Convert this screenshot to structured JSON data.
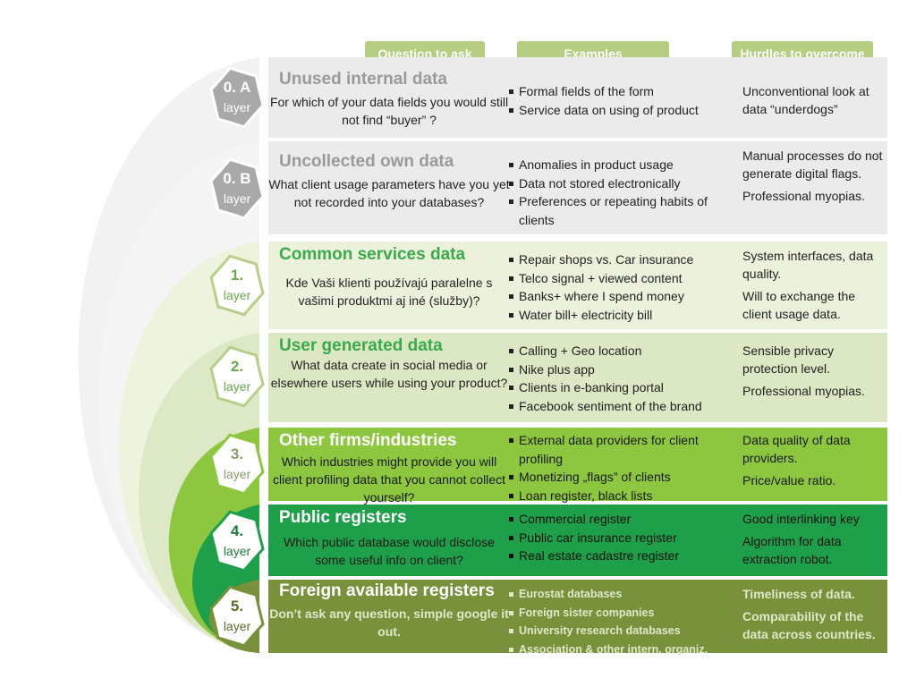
{
  "headers": {
    "question": "Question to ask",
    "examples": "Examples",
    "hurdles": "Hurdles to overcome",
    "color": "#b5ce82"
  },
  "layers": [
    {
      "num": "0. A",
      "label": "layer",
      "title": "Unused internal data",
      "question": "For which of your data fields you would still not find “buyer” ?",
      "examples": [
        "Formal fields of the form",
        "Service data on using of product"
      ],
      "hurdles": [
        "Unconventional look at data “underdogs”"
      ],
      "band_color": "#ebebeb",
      "title_color": "#9a9a9a",
      "text_color": "#222222",
      "badge_fill": "#a9a9a9",
      "badge_stroke": "#ffffff",
      "badge_text": "#ffffff"
    },
    {
      "num": "0. B",
      "label": "layer",
      "title": "Uncollected own data",
      "question": "What client usage parameters have you yet not recorded into your databases?",
      "examples": [
        "Anomalies in product usage",
        "Data not stored electronically",
        "Preferences or repeating habits of clients"
      ],
      "hurdles": [
        "Manual processes do not generate digital flags.",
        "Professional myopias."
      ],
      "band_color": "#ebebeb",
      "title_color": "#9a9a9a",
      "text_color": "#222222",
      "badge_fill": "#a9a9a9",
      "badge_stroke": "#ffffff",
      "badge_text": "#ffffff"
    },
    {
      "num": "1.",
      "label": "layer",
      "title": "Common services data",
      "question": "Kde Vaši klienti používajú paralelne s vašimi produktmi aj iné (služby)?",
      "examples": [
        "Repair shops vs. Car insurance",
        "Telco signal + viewed content",
        "Banks+ where I spend money",
        "Water bill+ electricity bill"
      ],
      "hurdles": [
        "System interfaces, data quality.",
        "Will to exchange the client usage data."
      ],
      "band_color": "#ecf1dc",
      "title_color": "#3aab4a",
      "text_color": "#222222",
      "badge_fill": "#ffffff",
      "badge_stroke": "#b7cf87",
      "badge_text": "#6aa84f"
    },
    {
      "num": "2.",
      "label": "layer",
      "title": "User generated data",
      "question": "What data create in social media or elsewhere users while using your product?",
      "examples": [
        "Calling  + Geo location",
        "Nike plus app",
        "Clients in e-banking portal",
        "Facebook sentiment of the brand"
      ],
      "hurdles": [
        "Sensible privacy protection level.",
        "Professional myopias."
      ],
      "band_color": "#dce7c4",
      "title_color": "#3aab4a",
      "text_color": "#222222",
      "badge_fill": "#ffffff",
      "badge_stroke": "#b7cf87",
      "badge_text": "#6aa84f"
    },
    {
      "num": "3.",
      "label": "layer",
      "title": "Other firms/industries",
      "question": "Which industries might provide you will client profiling data that you cannot collect yourself?",
      "examples": [
        "External data providers for client profiling",
        "Monetizing „flags” of clients",
        "Loan register, black lists"
      ],
      "hurdles": [
        "Data quality of data providers.",
        "Price/value ratio."
      ],
      "band_color": "#8dc63f",
      "title_color": "#ffffff",
      "text_color": "#1a1a1a",
      "badge_fill": "#ffffff",
      "badge_stroke": "#8dc63f",
      "badge_text": "#8a9a6a"
    },
    {
      "num": "4.",
      "label": "layer",
      "title": "Public registers",
      "question": "Which public database would disclose some useful info on client?",
      "examples": [
        "Commercial register",
        "Public car insurance register",
        "Real estate cadastre register"
      ],
      "hurdles": [
        "Good interlinking key",
        "Algorithm for data extraction robot."
      ],
      "band_color": "#1e9f49",
      "title_color": "#ffffff",
      "text_color": "#111111",
      "badge_fill": "#ffffff",
      "badge_stroke": "#1e9f49",
      "badge_text": "#1e7a3a"
    },
    {
      "num": "5.",
      "label": "layer",
      "title": "Foreign available registers",
      "question": "Don’t ask any question,  simple google it out.",
      "examples": [
        "Eurostat databases",
        "Foreign sister companies",
        "University research databases",
        "Association & other intern. organiz."
      ],
      "hurdles": [
        "Timeliness of data.",
        "Comparability of the data across countries."
      ],
      "band_color": "#78913a",
      "title_color": "#ffffff",
      "text_color": "#dfe8c8",
      "badge_fill": "#ffffff",
      "badge_stroke": "#78913a",
      "badge_text": "#5a6e2a"
    }
  ]
}
